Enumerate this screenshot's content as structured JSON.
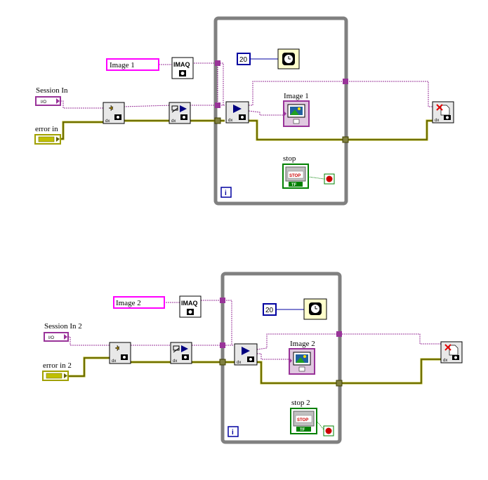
{
  "colors": {
    "session_wire": "#993399",
    "error_wire": "#a0a000",
    "loop_frame": "#808080",
    "image_control_border": "#ff00ff",
    "numeric_border": "#0000a0",
    "boolean_border": "#008000"
  },
  "diagrams": [
    {
      "session_label": "Session In",
      "session_terminal": "I/O",
      "error_label": "error in",
      "image_name_value": "Image 1",
      "imaq_label": "IMAQ",
      "wait_constant": "20",
      "display_label": "Image 1",
      "stop_label": "stop",
      "stop_button_text": "STOP",
      "stop_tf_text": "TF",
      "loop_index": "i",
      "vi_tag": "dx",
      "icons": [
        "open-camera-icon",
        "configure-grab-icon",
        "grab-icon",
        "wait-ms-icon",
        "close-camera-icon",
        "image-display-icon",
        "stop-indicator-icon"
      ]
    },
    {
      "session_label": "Session In 2",
      "session_terminal": "I/O",
      "error_label": "error in 2",
      "image_name_value": "Image 2",
      "imaq_label": "IMAQ",
      "wait_constant": "20",
      "display_label": "Image 2",
      "stop_label": "stop 2",
      "stop_button_text": "STOP",
      "stop_tf_text": "TF",
      "loop_index": "i",
      "vi_tag": "dx",
      "icons": [
        "open-camera-icon",
        "configure-grab-icon",
        "grab-icon",
        "wait-ms-icon",
        "close-camera-icon",
        "image-display-icon",
        "stop-indicator-icon"
      ]
    }
  ]
}
